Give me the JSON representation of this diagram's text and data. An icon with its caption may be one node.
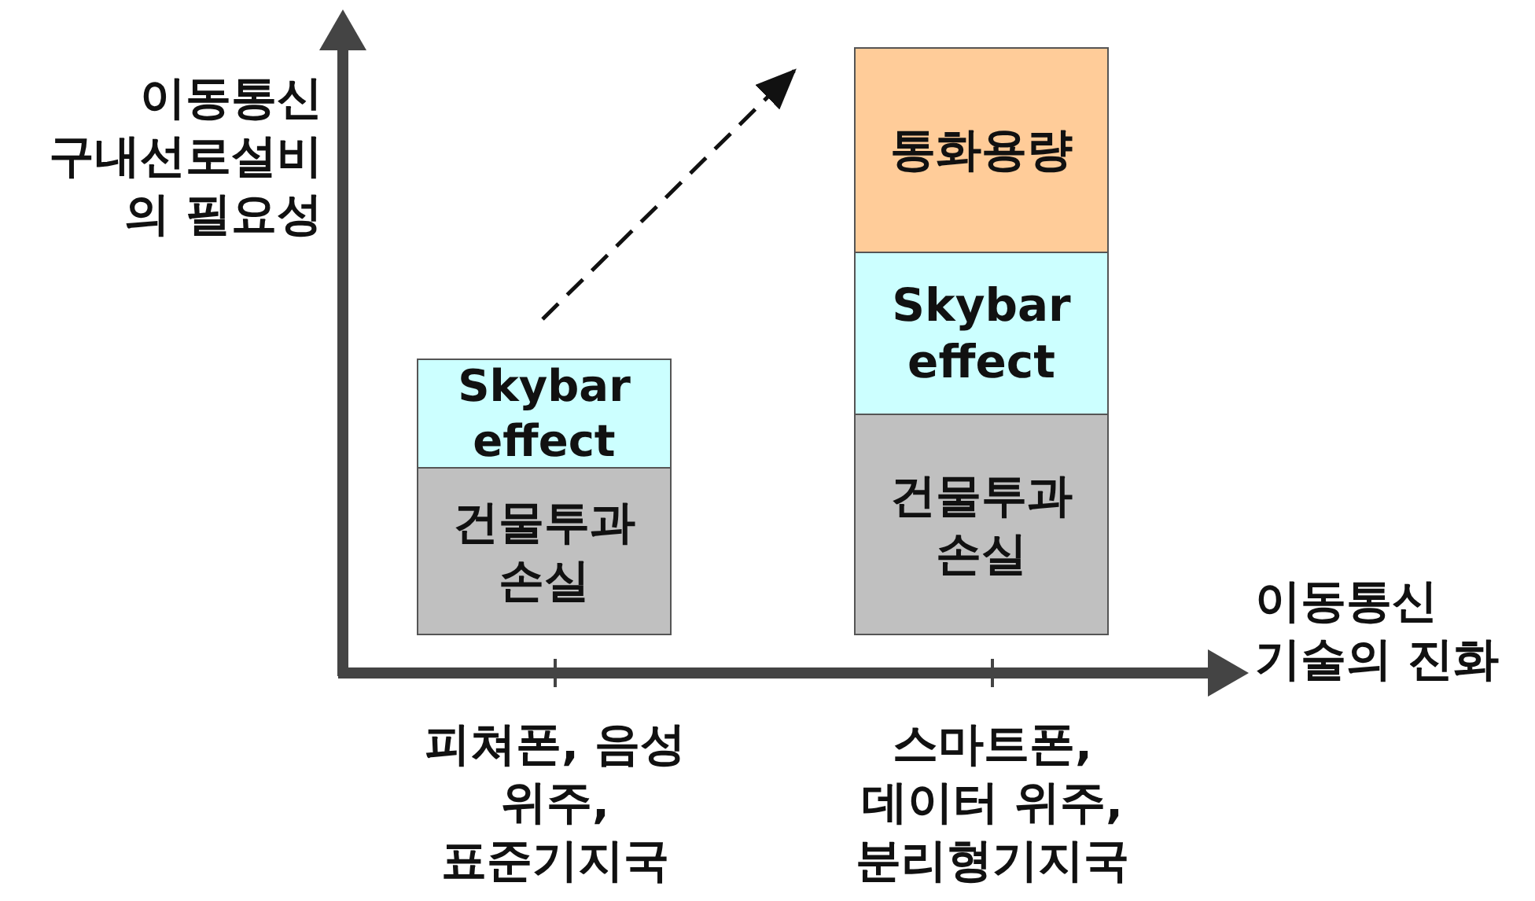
{
  "diagram": {
    "nodes": [
      {
        "text": [
          "Skybar effect"
        ]
      },
      {
        "text": [
          "건물투과 손실"
        ]
      },
      {
        "text": [
          "통화용량"
        ]
      },
      {
        "text": [
          "Skybar effect"
        ]
      },
      {
        "text": [
          "건물투과 손실"
        ]
      }
    ],
    "labels": [
      "이동통신 구내선로설비 의 필요성",
      "이동통신 기술의 진화",
      "피쳐폰, 음성 위주, 표준기지국",
      "스마트폰, 데이터 위주, 분리형기지국"
    ]
  }
}
